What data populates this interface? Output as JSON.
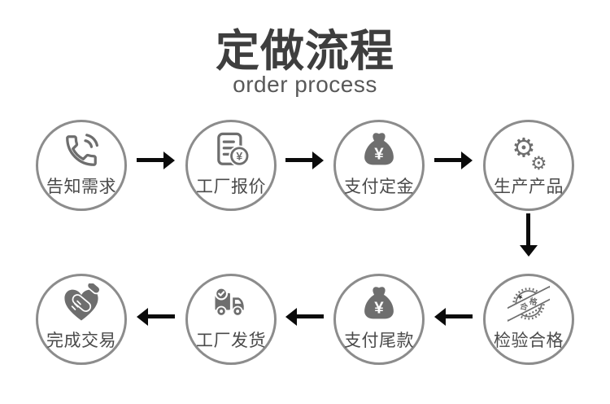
{
  "header": {
    "title": "定做流程",
    "subtitle": "order process"
  },
  "steps": [
    {
      "label": "告知需求",
      "icon": "phone-icon"
    },
    {
      "label": "工厂报价",
      "icon": "quote-document-icon"
    },
    {
      "label": "支付定金",
      "icon": "money-bag-icon"
    },
    {
      "label": "生产产品",
      "icon": "gears-icon"
    },
    {
      "label": "检验合格",
      "icon": "qualified-stamp-icon"
    },
    {
      "label": "支付尾款",
      "icon": "money-bag-icon"
    },
    {
      "label": "工厂发货",
      "icon": "delivery-truck-icon"
    },
    {
      "label": "完成交易",
      "icon": "handshake-heart-icon"
    }
  ],
  "symbols": {
    "yuan": "¥",
    "gear": "⚙",
    "star": "★",
    "stamp_char1": "合",
    "stamp_char2": "格"
  },
  "colors": {
    "background": "#ffffff",
    "title": "#3e3e3e",
    "subtitle": "#585858",
    "circle_border": "#8c8c8c",
    "icon": "#6e6e6e",
    "label": "#4a4a4a",
    "arrow": "#0b0b0b"
  }
}
